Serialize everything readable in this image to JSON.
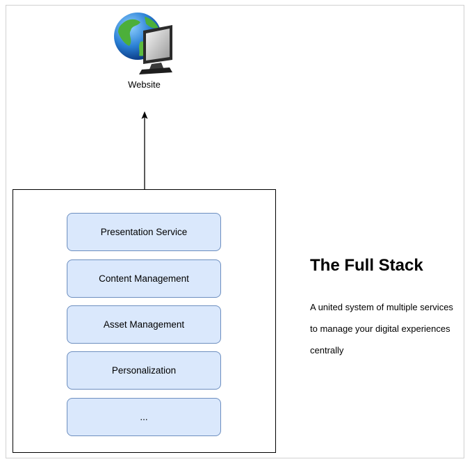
{
  "website": {
    "label": "Website",
    "icon": "globe-monitor-icon"
  },
  "stack": {
    "services": [
      {
        "label": "Presentation Service"
      },
      {
        "label": "Content Management"
      },
      {
        "label": "Asset Management"
      },
      {
        "label": "Personalization"
      },
      {
        "label": "..."
      }
    ],
    "fill_color": "#dae8fc",
    "border_color": "#6c8ebf"
  },
  "info": {
    "title": "The Full Stack",
    "description_lines": [
      "A united system of multiple services",
      "to manage your digital experiences",
      "centrally"
    ]
  }
}
